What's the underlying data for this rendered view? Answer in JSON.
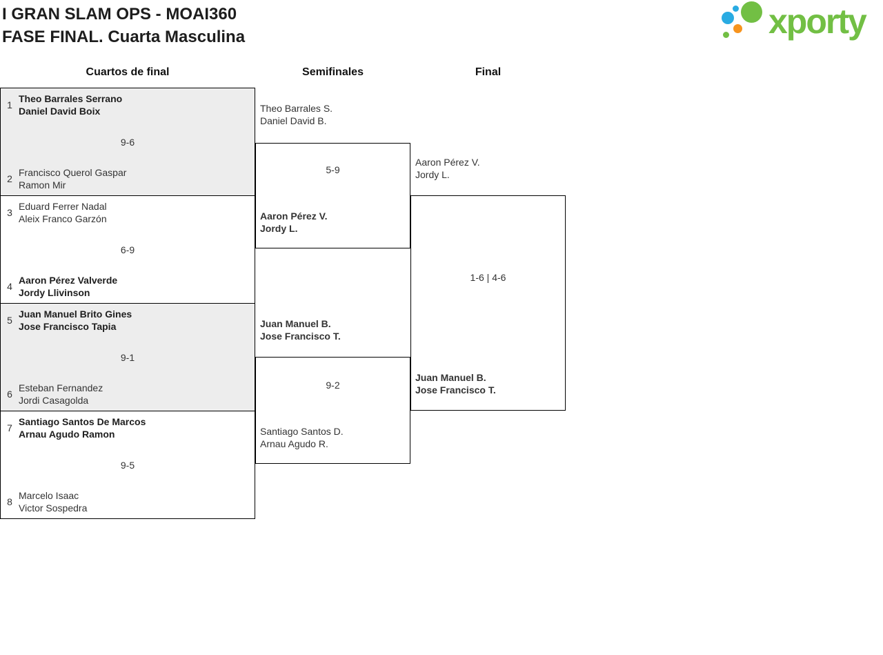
{
  "theme": {
    "brand_green": "#72BF44",
    "brand_blue": "#29ABE2",
    "brand_orange": "#F7941E",
    "line": "#000000",
    "shaded_bg": "#EDEDED"
  },
  "header": {
    "title_line1": "I GRAN SLAM OPS - MOAI360",
    "title_line2": "FASE FINAL. Cuarta Masculina",
    "logo": {
      "text": "xporty"
    }
  },
  "round_headers": {
    "quarterfinals": "Cuartos de final",
    "semifinals": "Semifinales",
    "final": "Final"
  },
  "bracket": {
    "quarterfinals": [
      {
        "seed_top": "1",
        "team_top": [
          "Theo Barrales Serrano",
          "Daniel David Boix"
        ],
        "score": "9-6",
        "seed_bottom": "2",
        "team_bottom": [
          "Francisco Querol Gaspar",
          "Ramon Mir"
        ],
        "winner": "top"
      },
      {
        "seed_top": "3",
        "team_top": [
          "Eduard Ferrer Nadal",
          "Aleix Franco Garzón"
        ],
        "score": "6-9",
        "seed_bottom": "4",
        "team_bottom": [
          "Aaron Pérez Valverde",
          "Jordy Llivinson"
        ],
        "winner": "bottom"
      },
      {
        "seed_top": "5",
        "team_top": [
          "Juan Manuel Brito Gines",
          "Jose Francisco Tapia"
        ],
        "score": "9-1",
        "seed_bottom": "6",
        "team_bottom": [
          "Esteban Fernandez",
          "Jordi Casagolda"
        ],
        "winner": "top"
      },
      {
        "seed_top": "7",
        "team_top": [
          "Santiago Santos De Marcos",
          "Arnau Agudo Ramon"
        ],
        "score": "9-5",
        "seed_bottom": "8",
        "team_bottom": [
          "Marcelo Isaac",
          "Victor Sospedra"
        ],
        "winner": "top"
      }
    ],
    "semifinals": [
      {
        "team_top": [
          "Theo Barrales S.",
          "Daniel David B."
        ],
        "score": "5-9",
        "team_bottom": [
          "Aaron Pérez V.",
          "Jordy L."
        ],
        "winner": "bottom"
      },
      {
        "team_top": [
          "Juan Manuel B.",
          "Jose Francisco T."
        ],
        "score": "9-2",
        "team_bottom": [
          "Santiago Santos D.",
          "Arnau Agudo R."
        ],
        "winner": "top"
      }
    ],
    "final": {
      "team_top": [
        "Aaron Pérez V.",
        "Jordy L."
      ],
      "score": "1-6 | 4-6",
      "team_bottom": [
        "Juan Manuel B.",
        "Jose Francisco T."
      ],
      "winner": "bottom"
    }
  }
}
